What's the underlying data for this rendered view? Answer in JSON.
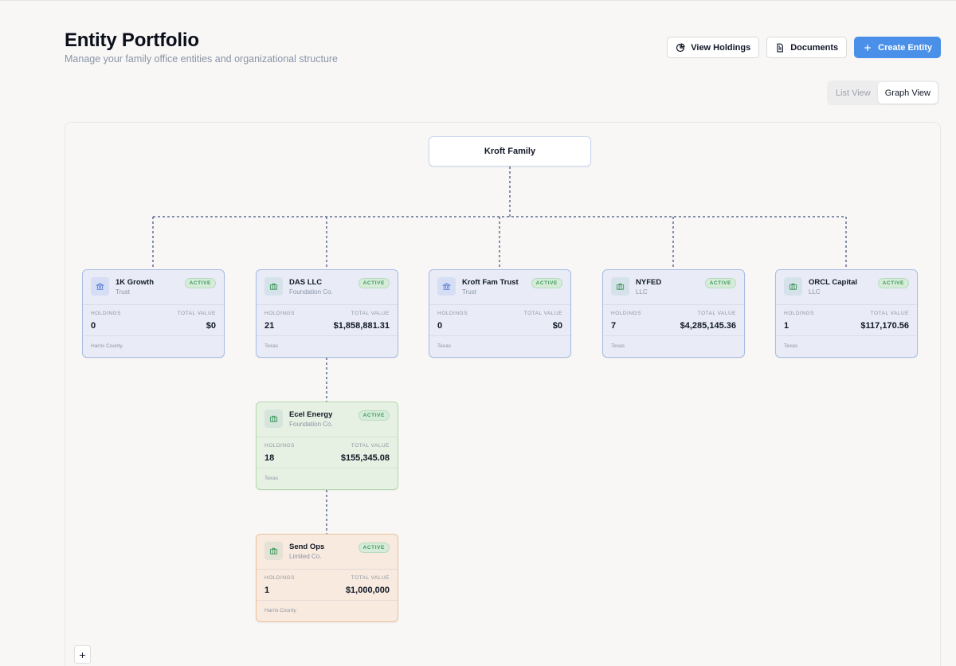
{
  "header": {
    "title": "Entity Portfolio",
    "subtitle": "Manage your family office entities and organizational structure"
  },
  "actions": {
    "view_holdings": "View Holdings",
    "documents": "Documents",
    "create_entity": "Create Entity"
  },
  "view_toggle": {
    "list": "List View",
    "graph": "Graph View",
    "selected": "Graph View"
  },
  "colors": {
    "accent": "#4a8fe8",
    "active_badge": "#3f9a5e"
  },
  "graph": {
    "root": "Kroft Family",
    "entities": [
      {
        "name": "1K Growth",
        "type": "Trust",
        "icon": "bank-icon",
        "status": "ACTIVE",
        "holdings_label": "HOLDINGS",
        "holdings": "0",
        "value_label": "TOTAL VALUE",
        "value": "$0",
        "location": "Harris County"
      },
      {
        "name": "DAS LLC",
        "type": "Foundation Co.",
        "icon": "briefcase-icon",
        "status": "ACTIVE",
        "holdings_label": "HOLDINGS",
        "holdings": "21",
        "value_label": "TOTAL VALUE",
        "value": "$1,858,881.31",
        "location": "Texas"
      },
      {
        "name": "Kroft Fam Trust",
        "type": "Trust",
        "icon": "bank-icon",
        "status": "ACTIVE",
        "holdings_label": "HOLDINGS",
        "holdings": "0",
        "value_label": "TOTAL VALUE",
        "value": "$0",
        "location": "Texas"
      },
      {
        "name": "NYFED",
        "type": "LLC",
        "icon": "briefcase-icon",
        "status": "ACTIVE",
        "holdings_label": "HOLDINGS",
        "holdings": "7",
        "value_label": "TOTAL VALUE",
        "value": "$4,285,145.36",
        "location": "Texas"
      },
      {
        "name": "ORCL Capital",
        "type": "LLC",
        "icon": "briefcase-icon",
        "status": "ACTIVE",
        "holdings_label": "HOLDINGS",
        "holdings": "1",
        "value_label": "TOTAL VALUE",
        "value": "$117,170.56",
        "location": "Texas"
      },
      {
        "name": "Ecel Energy",
        "type": "Foundation Co.",
        "icon": "briefcase-icon",
        "status": "ACTIVE",
        "holdings_label": "HOLDINGS",
        "holdings": "18",
        "value_label": "TOTAL VALUE",
        "value": "$155,345.08",
        "location": "Texas"
      },
      {
        "name": "Send Ops",
        "type": "Limited Co.",
        "icon": "briefcase-icon",
        "status": "ACTIVE",
        "holdings_label": "HOLDINGS",
        "holdings": "1",
        "value_label": "TOTAL VALUE",
        "value": "$1,000,000",
        "location": "Harris County"
      }
    ]
  },
  "zoom": {
    "in_label": "+"
  }
}
